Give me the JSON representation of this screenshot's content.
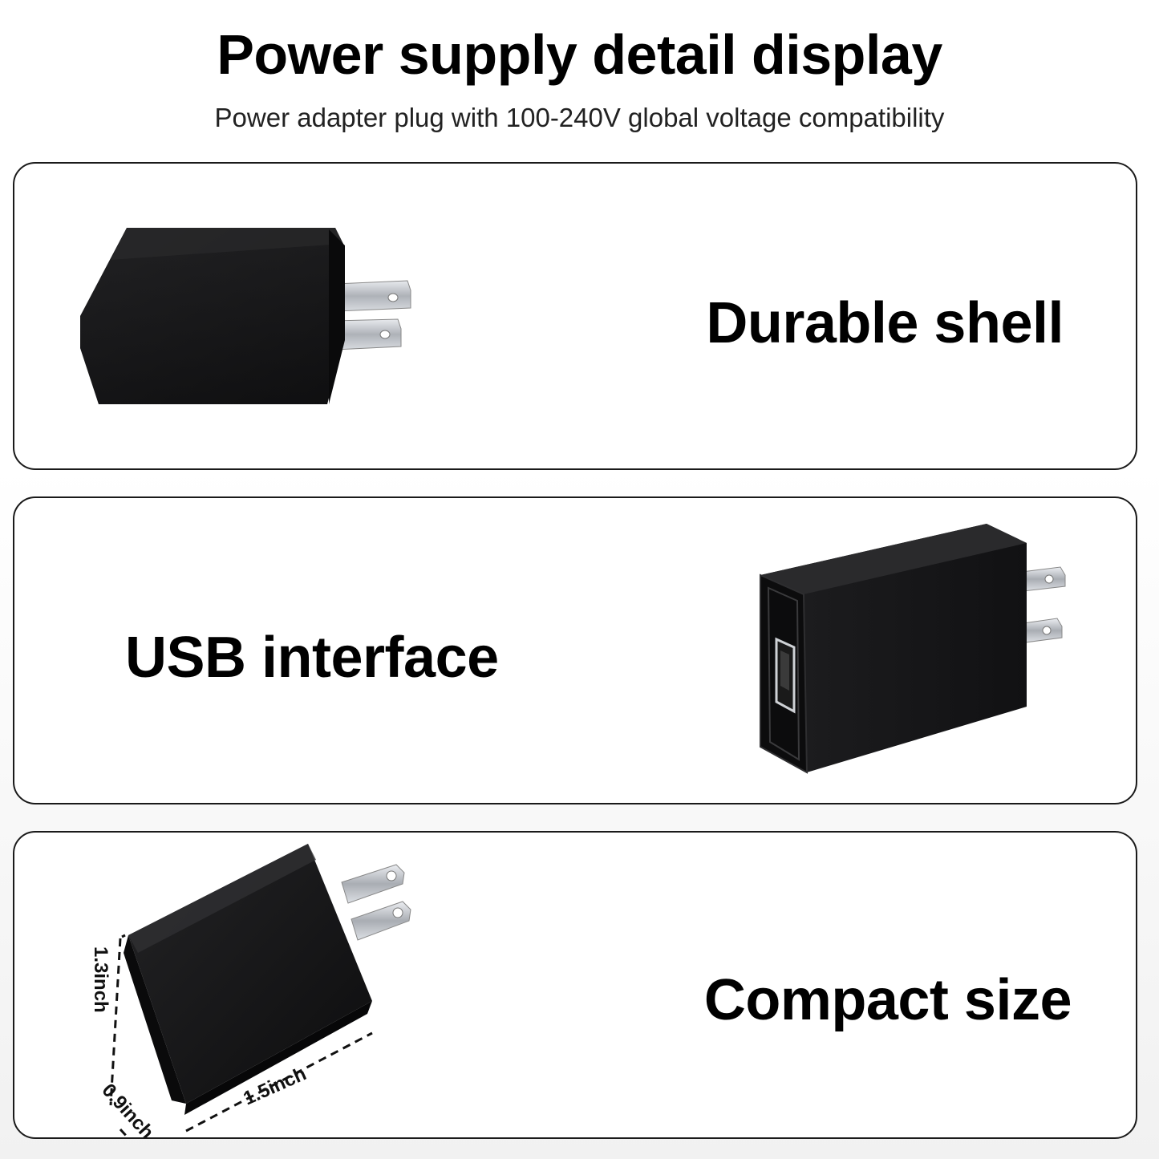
{
  "header": {
    "title": "Power supply detail display",
    "subtitle": "Power adapter plug with 100-240V global voltage compatibility"
  },
  "panels": [
    {
      "label": "Durable shell",
      "image": "usb-charger-side-view"
    },
    {
      "label": "USB interface",
      "image": "usb-charger-front-view"
    },
    {
      "label": "Compact size",
      "image": "usb-charger-dimensions",
      "dimensions": {
        "height": "1.3inch",
        "depth": "0.9inch",
        "width": "1.5inch"
      }
    }
  ],
  "colors": {
    "product_body": "#1c1c1e",
    "prong": "#c9ccd1",
    "panel_border": "#1a1a1a"
  }
}
